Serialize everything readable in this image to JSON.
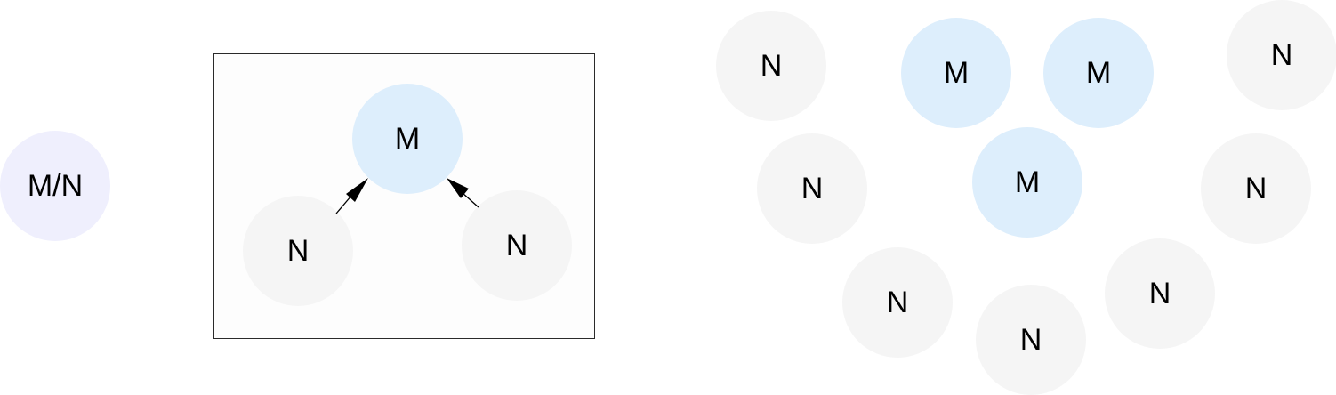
{
  "legend": {
    "label": "M/N"
  },
  "group": {
    "center": {
      "label": "M",
      "kind": "M"
    },
    "left": {
      "label": "N",
      "kind": "N"
    },
    "right": {
      "label": "N",
      "kind": "N"
    }
  },
  "field": {
    "nodes": [
      {
        "label": "N",
        "kind": "N"
      },
      {
        "label": "M",
        "kind": "M"
      },
      {
        "label": "M",
        "kind": "M"
      },
      {
        "label": "N",
        "kind": "N"
      },
      {
        "label": "N",
        "kind": "N"
      },
      {
        "label": "M",
        "kind": "M"
      },
      {
        "label": "N",
        "kind": "N"
      },
      {
        "label": "N",
        "kind": "N"
      },
      {
        "label": "N",
        "kind": "N"
      },
      {
        "label": "N",
        "kind": "N"
      }
    ]
  },
  "colors": {
    "M": "#ddeefc",
    "N": "#f5f5f5",
    "MN": "#efeffd",
    "arrow": "#000000",
    "panel_border": "#2a2a2a"
  }
}
